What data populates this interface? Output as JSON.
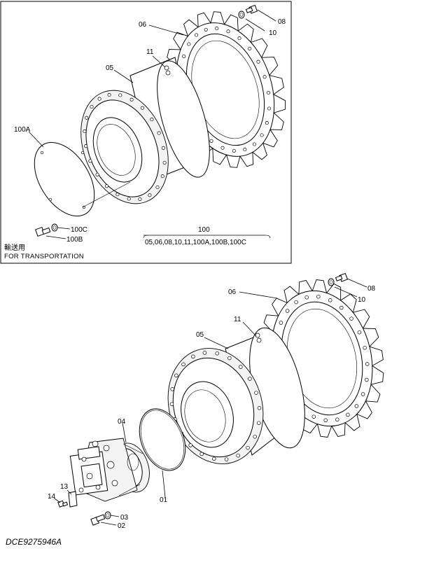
{
  "diagram": {
    "code": "DCE9275946A",
    "inset": {
      "note_jp": "輸送用",
      "note_en": "FOR TRANSPORTATION",
      "assembly": {
        "number": "100",
        "includes": "05,06,08,10,11,100A,100B,100C"
      },
      "labels": {
        "p06": "06",
        "p08": "08",
        "p10": "10",
        "p11": "11",
        "p05": "05",
        "p100a": "100A",
        "p100c": "100C",
        "p100b": "100B"
      }
    },
    "main": {
      "labels": {
        "p06": "06",
        "p08": "08",
        "p10": "10",
        "p11": "11",
        "p05": "05",
        "p04": "04",
        "p01": "01",
        "p13": "13",
        "p14": "14",
        "p03": "03",
        "p02": "02"
      }
    }
  }
}
